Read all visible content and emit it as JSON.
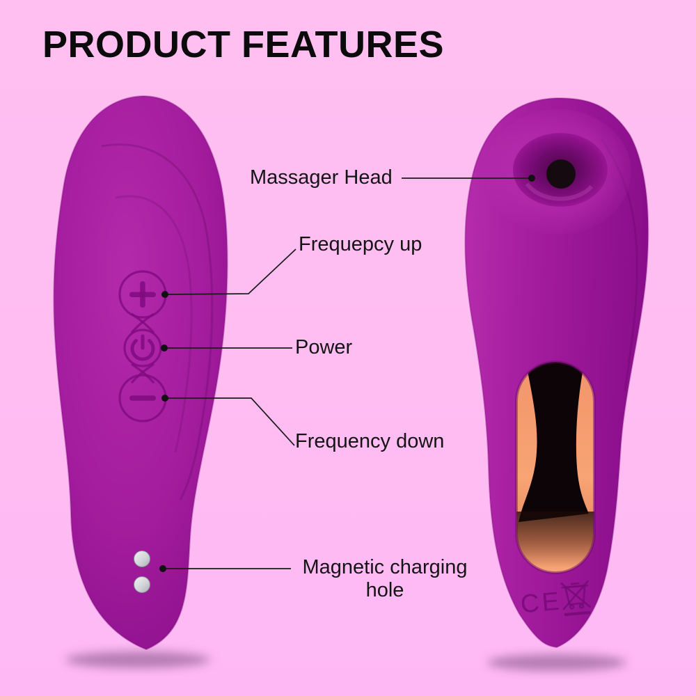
{
  "title": "PRODUCT FEATURES",
  "annotations": {
    "massager_head": {
      "label": "Massager Head"
    },
    "frequency_up": {
      "label": "Frequepcy up"
    },
    "power": {
      "label": "Power"
    },
    "frequency_down": {
      "label": "Frequency down"
    },
    "magnetic_charging_hole": {
      "label": "Magnetic charging hole"
    }
  },
  "device": {
    "buttons": {
      "plus": "+",
      "minus": "−",
      "power": "power-symbol"
    },
    "markings": {
      "ce": "CE"
    }
  },
  "icons": {
    "plus_icon": "+",
    "minus_icon": "−",
    "power_icon": "⏻",
    "ce_mark": "CE",
    "weee_icon": "crossed-out-wheeled-bin",
    "suction_hole": "black-circle"
  },
  "colors": {
    "background_pink": "#ffbdf2",
    "device_purple": "#a11c9c",
    "device_purple_dark": "#8c0f8c",
    "button_outline_purple": "#7f0a80",
    "cutaway_orange": "#f7a272",
    "cutaway_black": "#0c0406",
    "annotation_line": "#1a1a1a",
    "title_text": "#0b0b0b",
    "charging_pin_silver": "#d9dadf"
  }
}
